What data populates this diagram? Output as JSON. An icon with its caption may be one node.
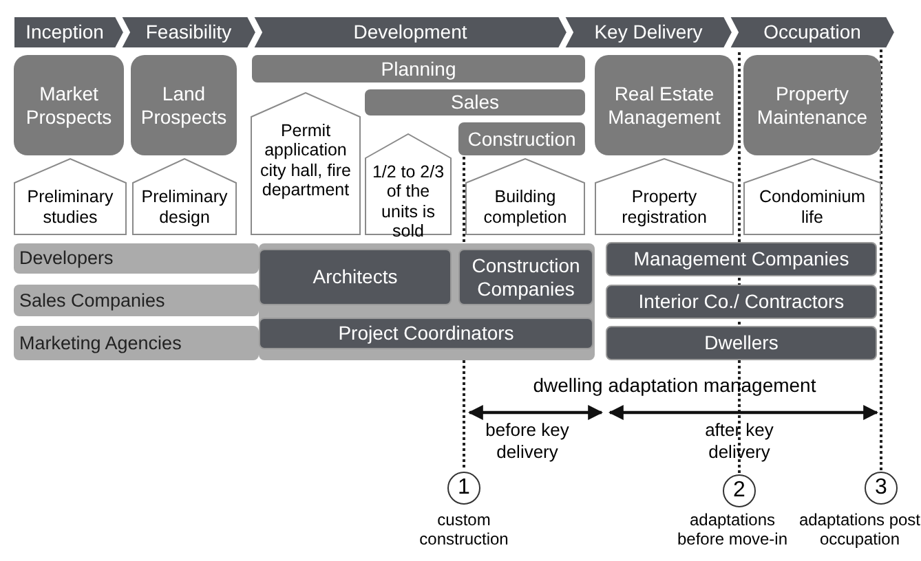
{
  "diagram": {
    "nodes": [
      {
        "text": [
          "Inception"
        ]
      },
      {
        "text": [
          "Feasibility"
        ]
      },
      {
        "text": [
          "Development"
        ]
      },
      {
        "text": [
          "Key Delivery"
        ]
      },
      {
        "text": [
          "Occupation"
        ]
      },
      {
        "text": [
          "Market Prospects"
        ]
      },
      {
        "text": [
          "Land Prospects"
        ]
      },
      {
        "text": [
          "Planning"
        ]
      },
      {
        "text": [
          "Sales"
        ]
      },
      {
        "text": [
          "Construction"
        ]
      },
      {
        "text": [
          "Real Estate Management"
        ]
      },
      {
        "text": [
          "Property Maintenance"
        ]
      },
      {
        "text": [
          "Preliminary studies"
        ]
      },
      {
        "text": [
          "Preliminary design"
        ]
      },
      {
        "text": [
          "Permit application city hall, fire department"
        ]
      },
      {
        "text": [
          "1/2 to 2/3 of the units is sold"
        ]
      },
      {
        "text": [
          "Building completion"
        ]
      },
      {
        "text": [
          "Property registration"
        ]
      },
      {
        "text": [
          "Condominium life"
        ]
      },
      {
        "text": [
          "Developers"
        ]
      },
      {
        "text": [
          "Sales Companies"
        ]
      },
      {
        "text": [
          "Marketing Agencies"
        ]
      },
      {
        "text": [
          "Architects"
        ]
      },
      {
        "text": [
          "Construction Companies"
        ]
      },
      {
        "text": [
          "Project Coordinators"
        ]
      },
      {
        "text": [
          "Management Companies"
        ]
      },
      {
        "text": [
          "Interior Co./ Contractors"
        ]
      },
      {
        "text": [
          "Dwellers"
        ]
      },
      {
        "text": [
          "1"
        ],
        "beside": [
          "custom construction"
        ]
      },
      {
        "text": [
          "2"
        ],
        "beside": [
          "adaptations before move-in"
        ]
      },
      {
        "text": [
          "3"
        ],
        "beside": [
          "adaptations post occupation"
        ]
      }
    ],
    "labels": [
      "dwelling adaptation management",
      "before key delivery",
      "after key delivery"
    ]
  }
}
